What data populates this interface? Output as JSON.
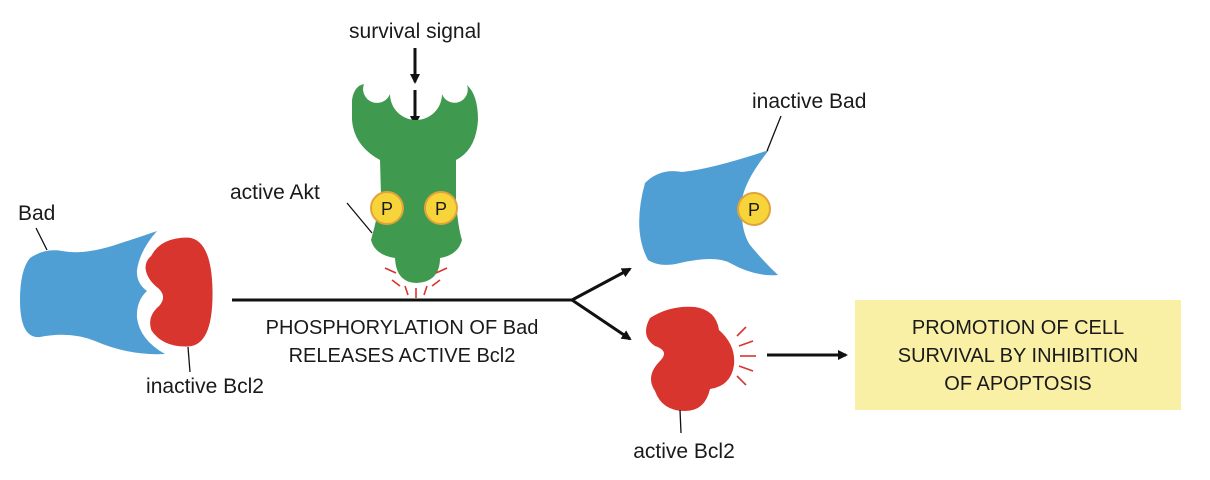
{
  "labels": {
    "survival_signal": "survival signal",
    "active_akt": "active Akt",
    "bad": "Bad",
    "inactive_bcl2": "inactive Bcl2",
    "inactive_bad": "inactive Bad",
    "active_bcl2": "active Bcl2",
    "phospho": "P"
  },
  "process_caption": [
    "PHOSPHORYLATION OF Bad",
    "RELEASES ACTIVE Bcl2"
  ],
  "outcome_box": [
    "PROMOTION OF CELL",
    "SURVIVAL BY INHIBITION",
    "OF APOPTOSIS"
  ],
  "colors": {
    "bad": "#4f9fd5",
    "bcl2": "#d8352e",
    "akt": "#3f9a4f",
    "phosphate": "#f7d53a",
    "outcome_box": "#f9f0a6"
  }
}
